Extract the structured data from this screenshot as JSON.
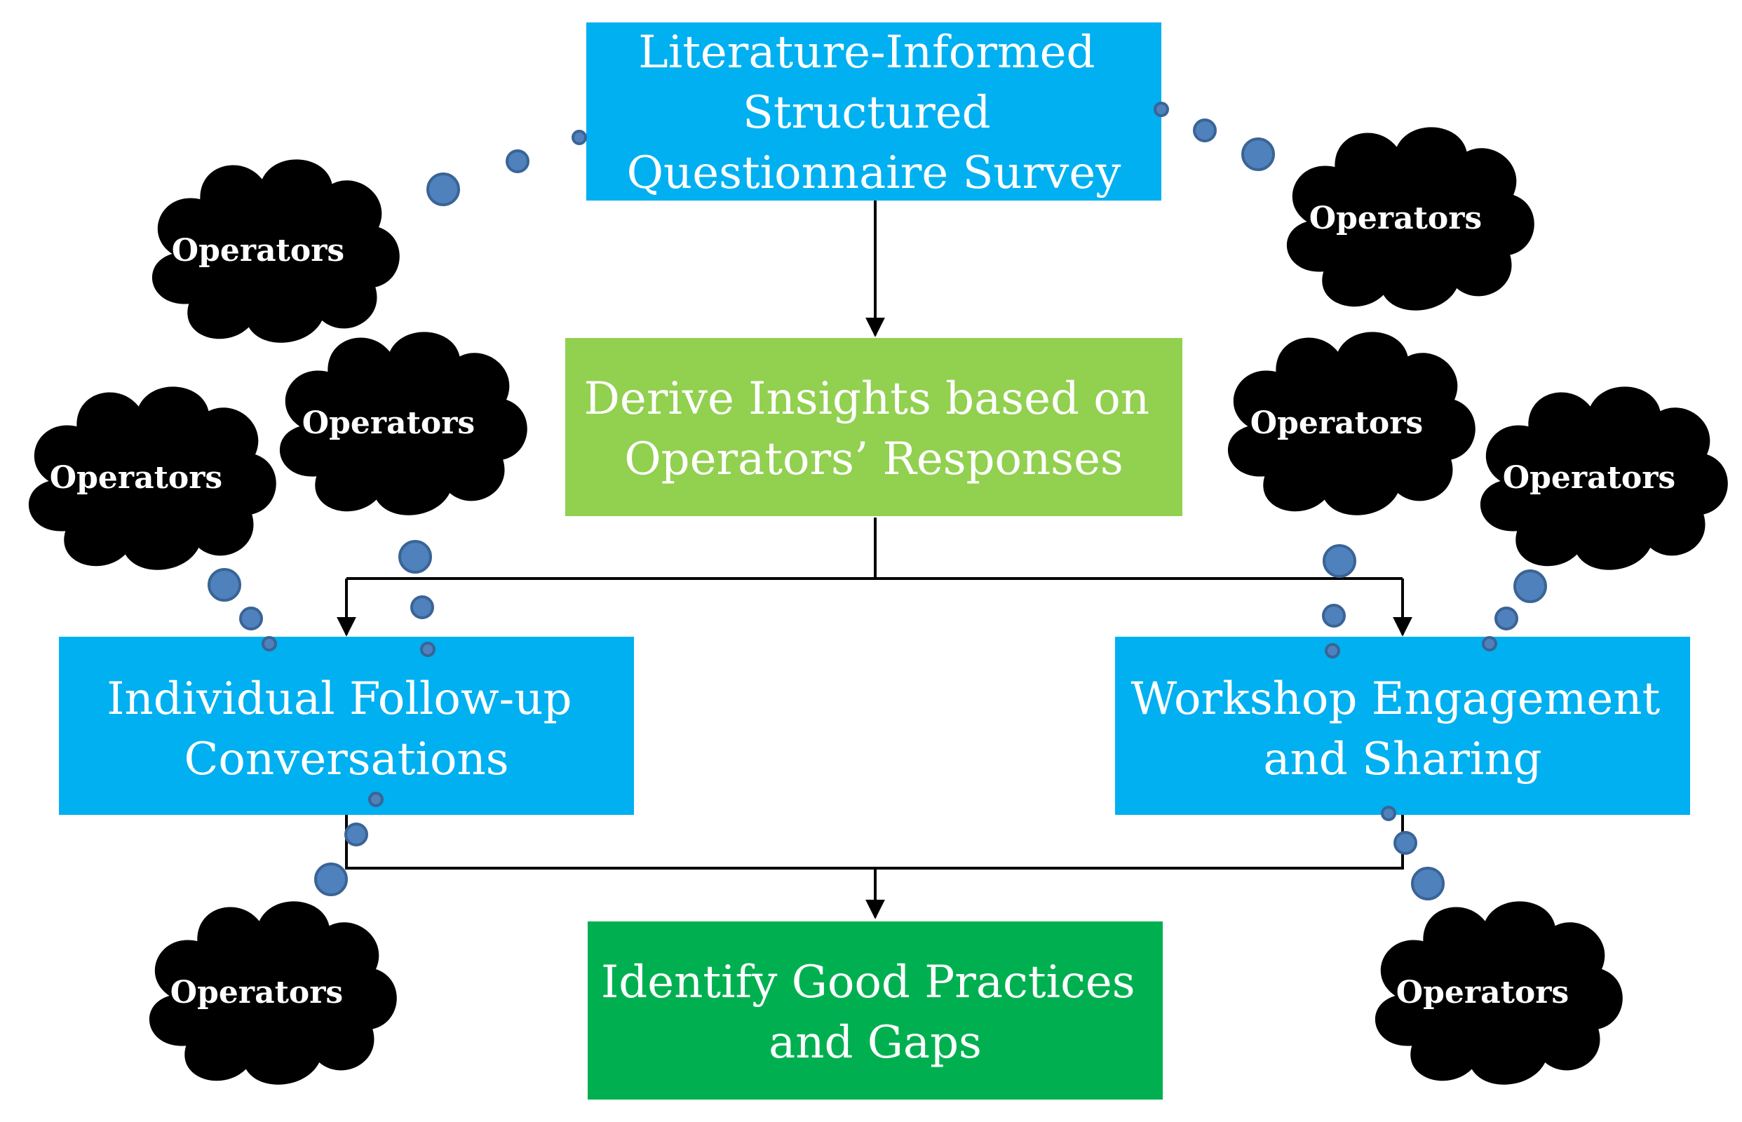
{
  "colors": {
    "process_blue": "#00b0f0",
    "insight_green": "#92d050",
    "outcome_green": "#00b050",
    "cloud_fill": "#4f81bd",
    "cloud_stroke": "#3a6496",
    "connector": "#000000",
    "text": "#ffffff"
  },
  "boxes": {
    "survey": {
      "lines": [
        "Literature-Informed",
        "Structured",
        "Questionnaire Survey"
      ]
    },
    "insights": {
      "lines": [
        "Derive Insights based on",
        "Operators’ Responses"
      ]
    },
    "followup": {
      "lines": [
        "Individual Follow-up",
        "Conversations"
      ]
    },
    "workshop": {
      "lines": [
        "Workshop Engagement",
        "and Sharing"
      ]
    },
    "practices": {
      "lines": [
        "Identify Good Practices",
        "and Gaps"
      ]
    }
  },
  "clouds": [
    {
      "id": "top-left",
      "label": "Operators"
    },
    {
      "id": "top-right",
      "label": "Operators"
    },
    {
      "id": "mid-left-outer",
      "label": "Operators"
    },
    {
      "id": "mid-left-inner",
      "label": "Operators"
    },
    {
      "id": "mid-right-inner",
      "label": "Operators"
    },
    {
      "id": "mid-right-outer",
      "label": "Operators"
    },
    {
      "id": "bottom-left",
      "label": "Operators"
    },
    {
      "id": "bottom-right",
      "label": "Operators"
    }
  ]
}
